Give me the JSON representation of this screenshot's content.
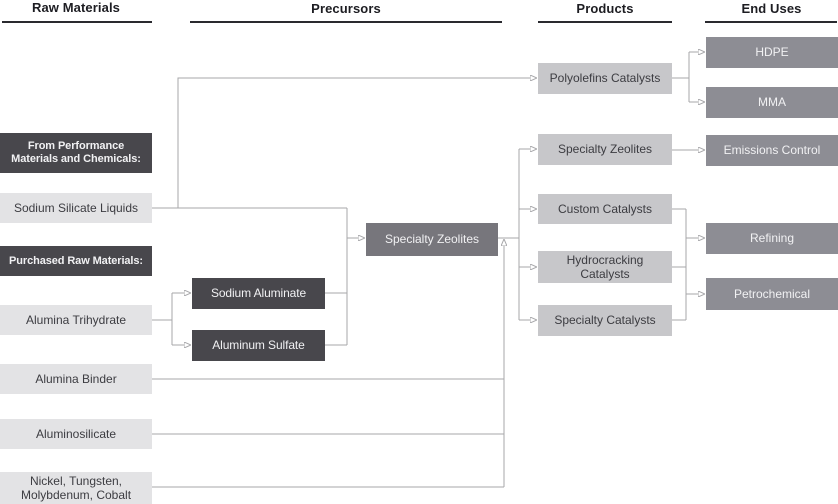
{
  "headers": {
    "raw_materials": "Raw Materials",
    "precursors": "Precursors",
    "products": "Products",
    "end_uses": "End Uses"
  },
  "raw_materials": {
    "from_performance_label": "From Performance Materials and Chemicals:",
    "sodium_silicate_liquids": "Sodium Silicate Liquids",
    "purchased_label": "Purchased Raw Materials:",
    "alumina_trihydrate": "Alumina Trihydrate",
    "alumina_binder": "Alumina Binder",
    "aluminosilicate": "Aluminosilicate",
    "nickel_tungsten_molybdenum_cobalt": "Nickel, Tungsten, Molybdenum, Cobalt"
  },
  "precursors": {
    "sodium_aluminate": "Sodium Aluminate",
    "aluminum_sulfate": "Aluminum Sulfate",
    "specialty_zeolites": "Specialty Zeolites"
  },
  "products": {
    "polyolefins_catalysts": "Polyolefins Catalysts",
    "specialty_zeolites": "Specialty Zeolites",
    "custom_catalysts": "Custom Catalysts",
    "hydrocracking_catalysts": "Hydrocracking Catalysts",
    "specialty_catalysts": "Specialty Catalysts"
  },
  "end_uses": {
    "hdpe": "HDPE",
    "mma": "MMA",
    "emissions_control": "Emissions Control",
    "refining": "Refining",
    "petrochemical": "Petrochemical"
  },
  "colors": {
    "dark_label_box": "#48474c",
    "light_raw_material_box": "#e3e3e5",
    "medium_precursor_box": "#77767c",
    "product_box": "#c7c7ca",
    "end_use_box": "#8d8d94",
    "connector_line": "#a7a7aa",
    "header_text": "#1d1d22"
  }
}
